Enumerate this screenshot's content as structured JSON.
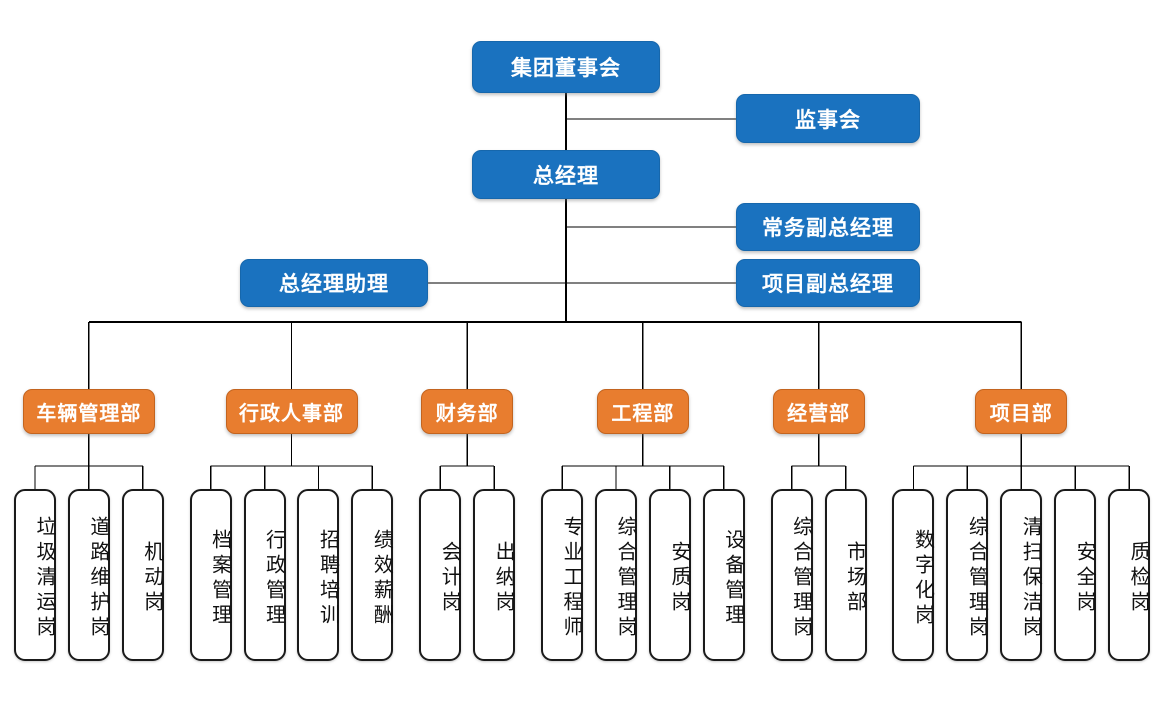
{
  "meta": {
    "title": "集团组织架构图",
    "colors": {
      "executive_blue": "#1A72BF",
      "department_orange": "#E87D2F",
      "leaf_border": "#1A1A1A",
      "connector": "#000000",
      "background": "#FFFFFF"
    }
  },
  "executives": {
    "board": "集团董事会",
    "supervisory_board": "监事会",
    "general_manager": "总经理",
    "executive_vice_gm": "常务副总经理",
    "project_vice_gm": "项目副总经理",
    "gm_assistant": "总经理助理"
  },
  "departments": [
    {
      "name": "车辆管理部",
      "positions": [
        "垃圾清运岗",
        "道路维护岗",
        "机动岗"
      ]
    },
    {
      "name": "行政人事部",
      "positions": [
        "档案管理",
        "行政管理",
        "招聘培训",
        "绩效薪酬"
      ]
    },
    {
      "name": "财务部",
      "positions": [
        "会计岗",
        "出纳岗"
      ]
    },
    {
      "name": "工程部",
      "positions": [
        "专业工程师",
        "综合管理岗",
        "安质岗",
        "设备管理"
      ]
    },
    {
      "name": "经营部",
      "positions": [
        "综合管理岗",
        "市场部"
      ]
    },
    {
      "name": "项目部",
      "positions": [
        "数字化岗",
        "综合管理岗",
        "清扫保洁岗",
        "安全岗",
        "质检岗"
      ]
    }
  ]
}
